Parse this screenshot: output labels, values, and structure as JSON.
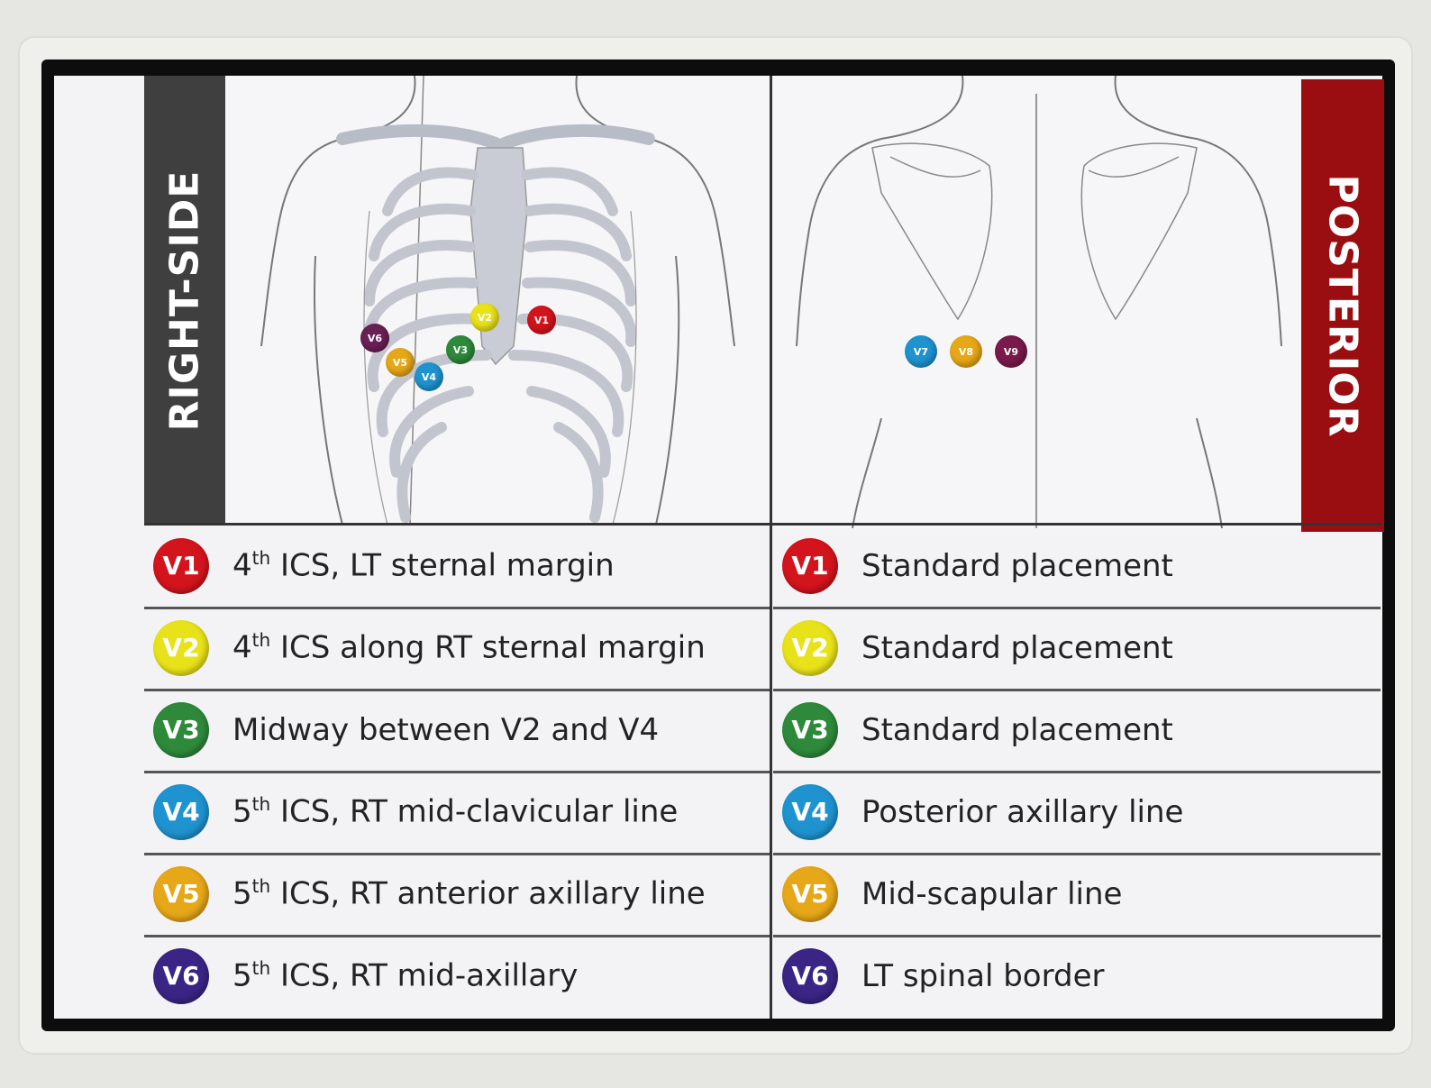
{
  "left_panel": {
    "title": "RIGHT-SIDE",
    "rows": [
      {
        "lead": "V1",
        "color": "#d3141c",
        "ord": "4",
        "sup": "th",
        "text": " ICS, LT sternal margin"
      },
      {
        "lead": "V2",
        "color": "#e8e21a",
        "ord": "4",
        "sup": "th",
        "text": " ICS along RT sternal margin"
      },
      {
        "lead": "V3",
        "color": "#2e8a3a",
        "ord": "",
        "sup": "",
        "text": "Midway between V2 and V4"
      },
      {
        "lead": "V4",
        "color": "#1f93cf",
        "ord": "5",
        "sup": "th",
        "text": " ICS, RT mid-clavicular line"
      },
      {
        "lead": "V5",
        "color": "#e6a718",
        "ord": "5",
        "sup": "th",
        "text": " ICS, RT anterior axillary line"
      },
      {
        "lead": "V6",
        "color": "#3a2585",
        "ord": "5",
        "sup": "th",
        "text": " ICS, RT mid-axillary"
      }
    ]
  },
  "right_panel": {
    "title": "POSTERIOR",
    "rows": [
      {
        "lead": "V1",
        "color": "#d3141c",
        "text": "Standard placement"
      },
      {
        "lead": "V2",
        "color": "#e8e21a",
        "text": "Standard placement"
      },
      {
        "lead": "V3",
        "color": "#2e8a3a",
        "text": "Standard placement"
      },
      {
        "lead": "V4",
        "color": "#1f93cf",
        "text": "Posterior axillary line"
      },
      {
        "lead": "V5",
        "color": "#e6a718",
        "text": "Mid-scapular line"
      },
      {
        "lead": "V6",
        "color": "#3a2585",
        "text": "LT spinal border"
      }
    ]
  },
  "front_electrodes": [
    {
      "lead": "V1",
      "color": "#d3141c"
    },
    {
      "lead": "V2",
      "color": "#e8e21a"
    },
    {
      "lead": "V3",
      "color": "#2e8a3a"
    },
    {
      "lead": "V4",
      "color": "#1f93cf"
    },
    {
      "lead": "V5",
      "color": "#e6a718"
    },
    {
      "lead": "V6",
      "color": "#6a1f55"
    }
  ],
  "back_electrodes": [
    {
      "lead": "V7",
      "color": "#1f93cf"
    },
    {
      "lead": "V8",
      "color": "#e6a718"
    },
    {
      "lead": "V9",
      "color": "#7a1a4a"
    }
  ]
}
